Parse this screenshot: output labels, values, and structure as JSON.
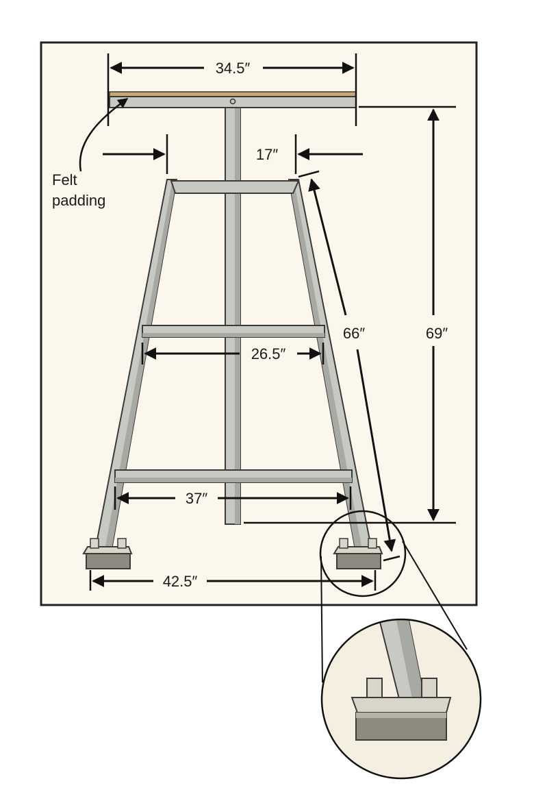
{
  "colors": {
    "panel": "#fcf7ec",
    "panel_border": "#222222",
    "frame": "#c9c9c4",
    "frame_edge": "#3a3a3a",
    "frame_shadow": "#9c9c97",
    "felt": "#c8a876",
    "foot_dark": "#8d8a80",
    "foot_light": "#d9d6c9",
    "inset_bg": "#f3ecdd"
  },
  "labels": {
    "felt_padding_line1": "Felt",
    "felt_padding_line2": "padding"
  },
  "dimensions": {
    "top_width": "34.5″",
    "top_rail_width": "17″",
    "middle_rail_width": "26.5″",
    "lower_rail_width": "37″",
    "base_width": "42.5″",
    "leg_length": "66″",
    "overall_height": "69″"
  }
}
